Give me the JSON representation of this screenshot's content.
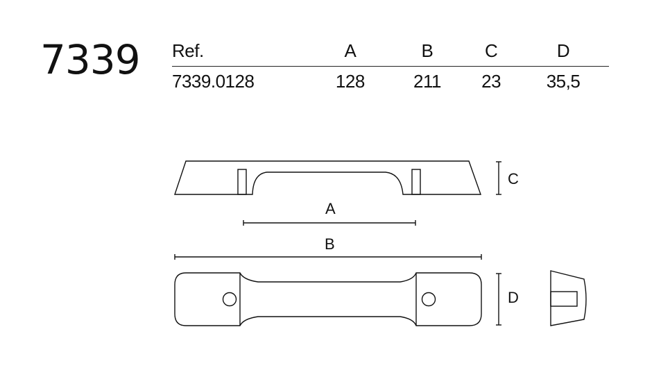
{
  "product": {
    "model": "7339"
  },
  "table": {
    "headers": [
      "Ref.",
      "A",
      "B",
      "C",
      "D"
    ],
    "rows": [
      [
        "7339.0128",
        "128",
        "211",
        "23",
        "35,5"
      ]
    ]
  },
  "dimensions": {
    "A": "A",
    "B": "B",
    "C": "C",
    "D": "D"
  }
}
